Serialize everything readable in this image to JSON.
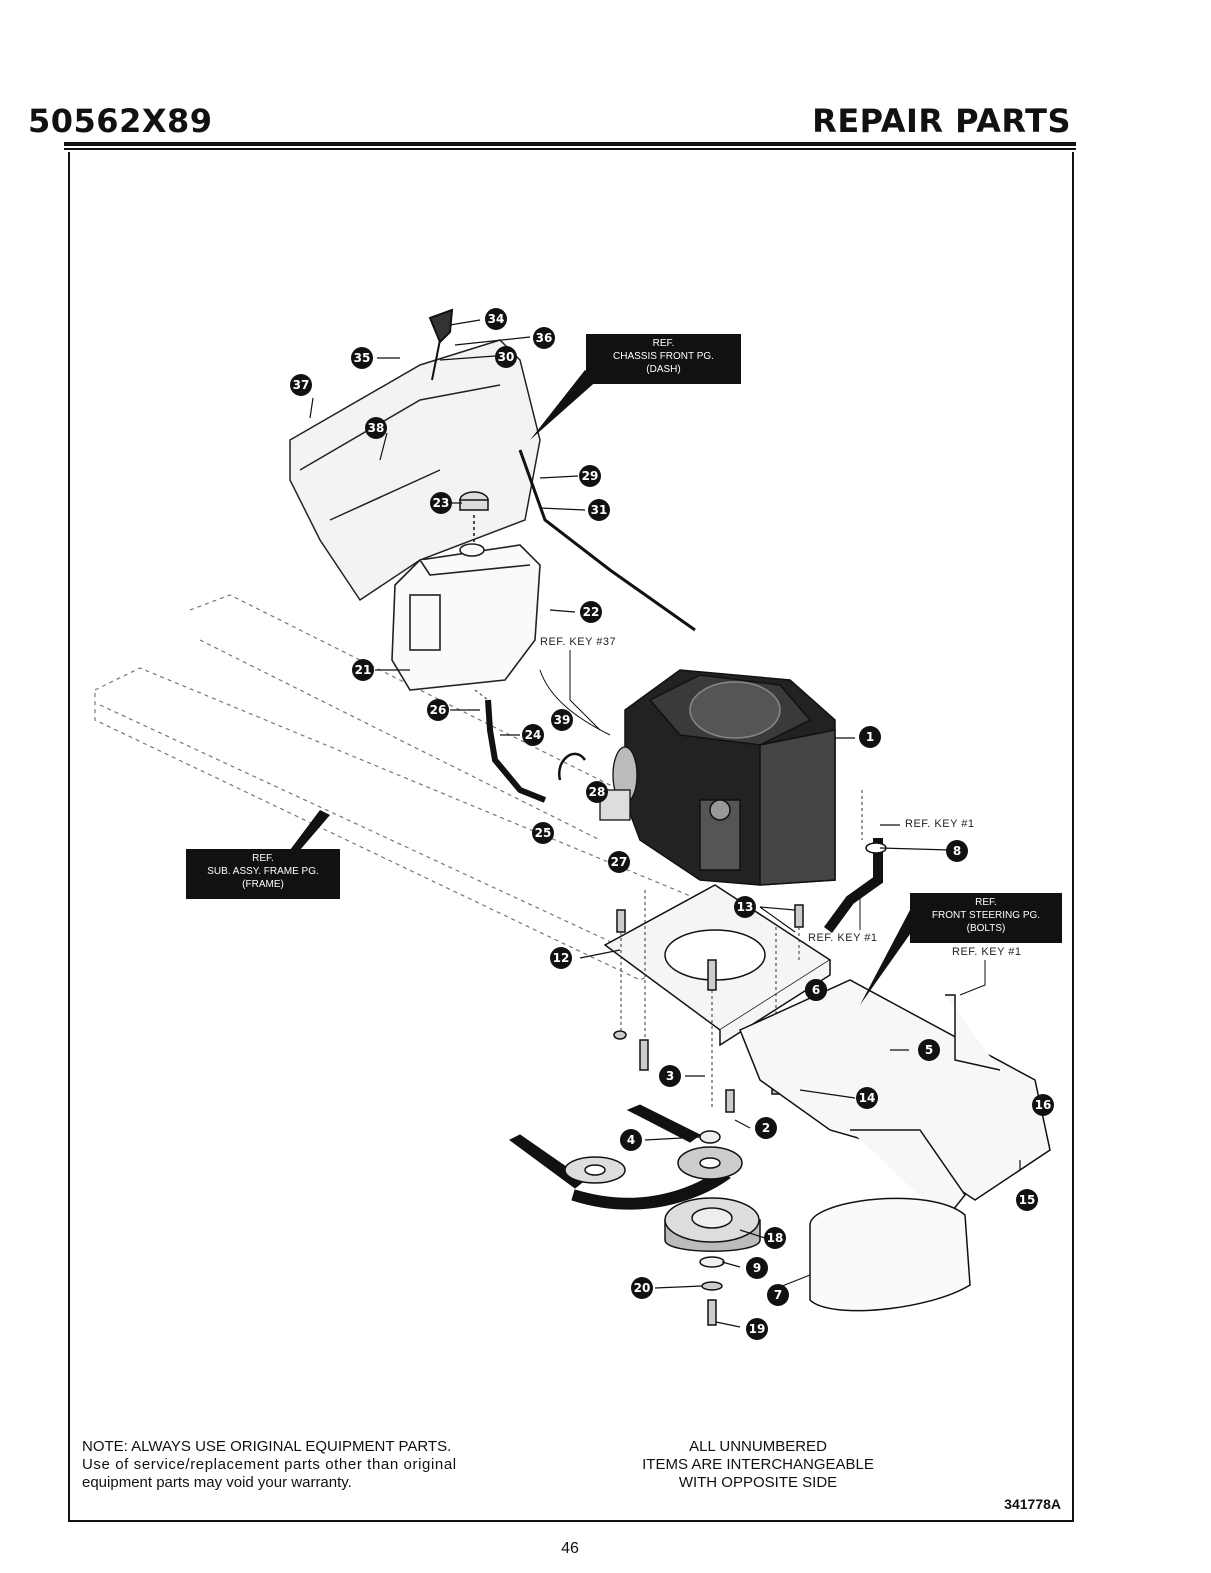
{
  "header": {
    "model": "50562X89",
    "section": "REPAIR PARTS"
  },
  "ref_boxes": {
    "chassis": [
      "REF.",
      "CHASSIS FRONT PG.",
      "(DASH)"
    ],
    "frame": [
      "REF.",
      "SUB. ASSY. FRAME PG.",
      "(FRAME)"
    ],
    "steering": [
      "REF.",
      "FRONT STEERING PG.",
      "(BOLTS)"
    ]
  },
  "ref_labels": {
    "key37": "REF. KEY #37",
    "key1_a": "REF. KEY #1",
    "key1_b": "REF. KEY #1",
    "key1_c": "REF. KEY #1"
  },
  "callouts": [
    "1",
    "2",
    "3",
    "4",
    "5",
    "6",
    "7",
    "8",
    "9",
    "12",
    "13",
    "14",
    "15",
    "16",
    "18",
    "19",
    "20",
    "21",
    "22",
    "23",
    "24",
    "25",
    "26",
    "27",
    "28",
    "29",
    "30",
    "31",
    "34",
    "35",
    "36",
    "37",
    "38",
    "39",
    "6"
  ],
  "footer": {
    "note_line1": "NOTE: ALWAYS USE ORIGINAL EQUIPMENT PARTS.",
    "note_line2": "Use of service/replacement parts other than original",
    "note_line3": "equipment parts may void your warranty.",
    "center_line1": "ALL UNNUMBERED",
    "center_line2": "ITEMS ARE INTERCHANGEABLE",
    "center_line3": "WITH OPPOSITE SIDE",
    "diagram_number": "341778A",
    "page_number": "46"
  }
}
